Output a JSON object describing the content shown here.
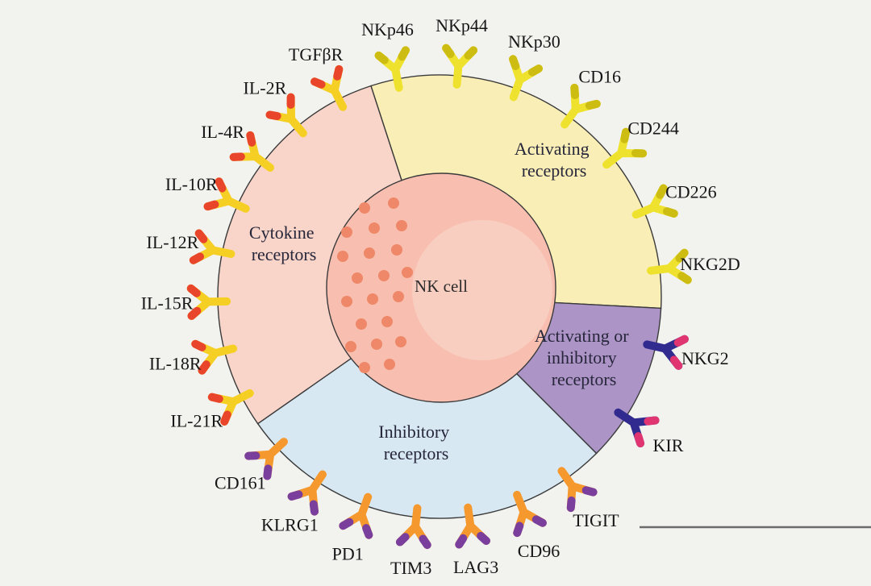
{
  "background_color": "#f2f2ef",
  "cell": {
    "label": "NK cell",
    "body_color": "#f8bfb1",
    "nucleus_color": "#f8cec1",
    "granule_color": "#ee8868",
    "outline_color": "#3a3a3a"
  },
  "groups": [
    {
      "id": "cytokine",
      "label": "Cytokine receptors",
      "label_lines": [
        "Cytokine",
        "receptors"
      ],
      "sector_color": "#f9d4c9",
      "receptor_color": "#f6cf25",
      "receptor_tip_color": "#e8452a",
      "receptors": [
        "TGFβR",
        "IL-2R",
        "IL-4R",
        "IL-10R",
        "IL-12R",
        "IL-15R",
        "IL-18R",
        "IL-21R"
      ]
    },
    {
      "id": "activating",
      "label": "Activating receptors",
      "label_lines": [
        "Activating",
        "receptors"
      ],
      "sector_color": "#f9eeb6",
      "receptor_color": "#efe22f",
      "receptor_tip_color": "#cdbd12",
      "receptors": [
        "NKp46",
        "NKp44",
        "NKp30",
        "CD16",
        "CD244",
        "CD226",
        "NKG2D"
      ]
    },
    {
      "id": "activating-or-inhibitory",
      "label": "Activating or inhibitory receptors",
      "label_lines": [
        "Activating or",
        "inhibitory",
        "receptors"
      ],
      "sector_color": "#ad94c7",
      "receptor_color": "#322b8f",
      "receptor_tip_color": "#e03570",
      "receptors": [
        "NKG2",
        "KIR"
      ]
    },
    {
      "id": "inhibitory",
      "label": "Inhibitory receptors",
      "label_lines": [
        "Inhibitory",
        "receptors"
      ],
      "sector_color": "#d8e8f3",
      "receptor_color": "#f5992e",
      "receptor_tip_color": "#7a3f9d",
      "receptors": [
        "TIGIT",
        "CD96",
        "LAG3",
        "TIM3",
        "PD1",
        "KLRG1",
        "CD161"
      ]
    }
  ]
}
